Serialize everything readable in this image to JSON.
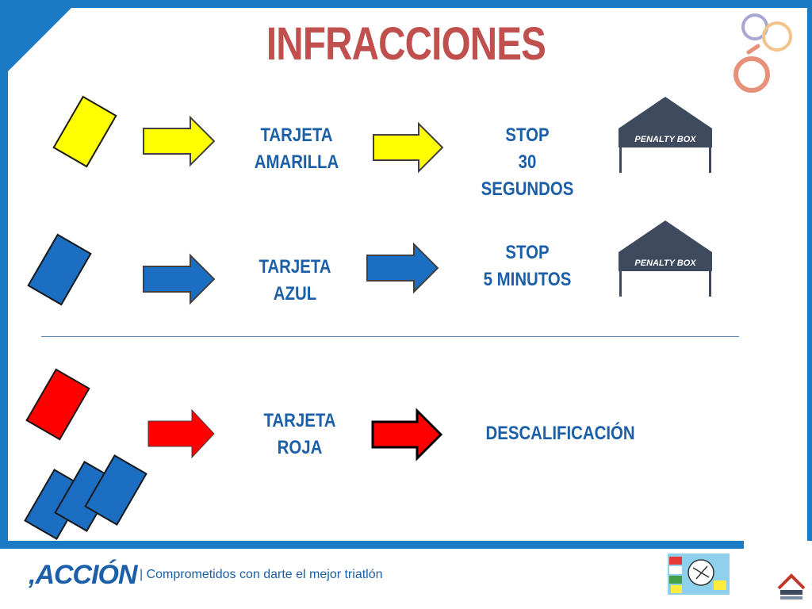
{
  "title": "INFRACCIONES",
  "colors": {
    "title": "#c0504d",
    "label": "#1b5fa8",
    "yellow": "#ffff00",
    "blue": "#1b6ec2",
    "red": "#ff0000",
    "frame": "#1b7ac4",
    "penalty_box": "#3e4a5e"
  },
  "rows": [
    {
      "card_color": "yellow",
      "card_label": [
        "TARJETA",
        "AMARILLA"
      ],
      "result": [
        "STOP",
        "30",
        "SEGUNDOS"
      ],
      "penalty_box_text": "PENALTY BOX"
    },
    {
      "card_color": "blue",
      "card_label": [
        "TARJETA",
        "AZUL"
      ],
      "result": [
        "STOP",
        "5 MINUTOS"
      ],
      "penalty_box_text": "PENALTY BOX"
    },
    {
      "card_color": "red",
      "card_label": [
        "TARJETA",
        "ROJA"
      ],
      "result": [
        "DESCALIFICACIÓN"
      ]
    }
  ],
  "footer": {
    "brand": ",ACCIÓN",
    "tagline": "| Comprometidos con darte el mejor triatlón"
  },
  "icons": {
    "logo_top_right": "rings-logo-icon",
    "badge_bottom_right": "club-badge-icon",
    "logo_corner": "triathlon-logo-icon"
  }
}
